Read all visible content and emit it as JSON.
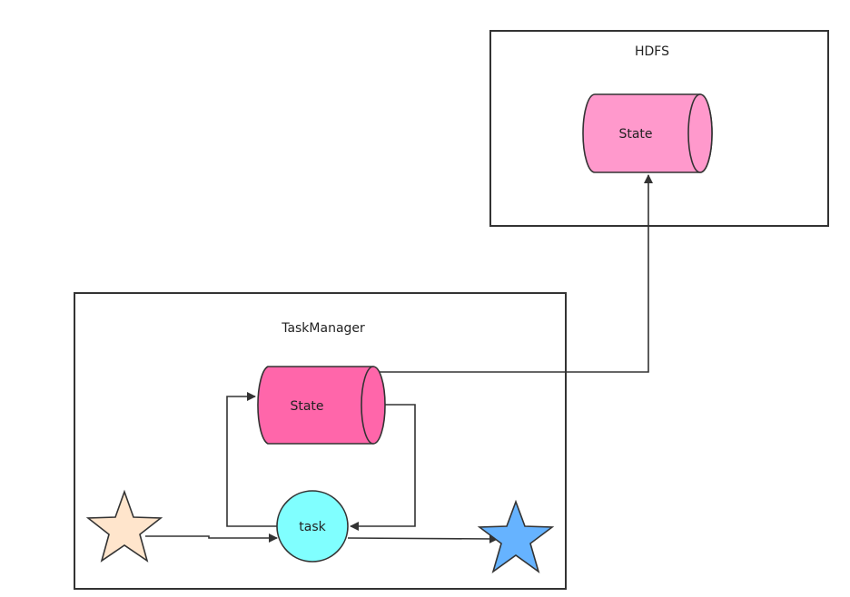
{
  "hdfs": {
    "title": "HDFS",
    "state_label": "State"
  },
  "taskmanager": {
    "title": "TaskManager",
    "state_label": "State",
    "task_label": "task"
  },
  "colors": {
    "hdfs_state_fill": "#ff99cc",
    "tm_state_fill": "#ff66aa",
    "task_fill": "#80ffff",
    "source_star_fill": "#ffe5cc",
    "sink_star_fill": "#66b3ff",
    "stroke": "#333333"
  }
}
